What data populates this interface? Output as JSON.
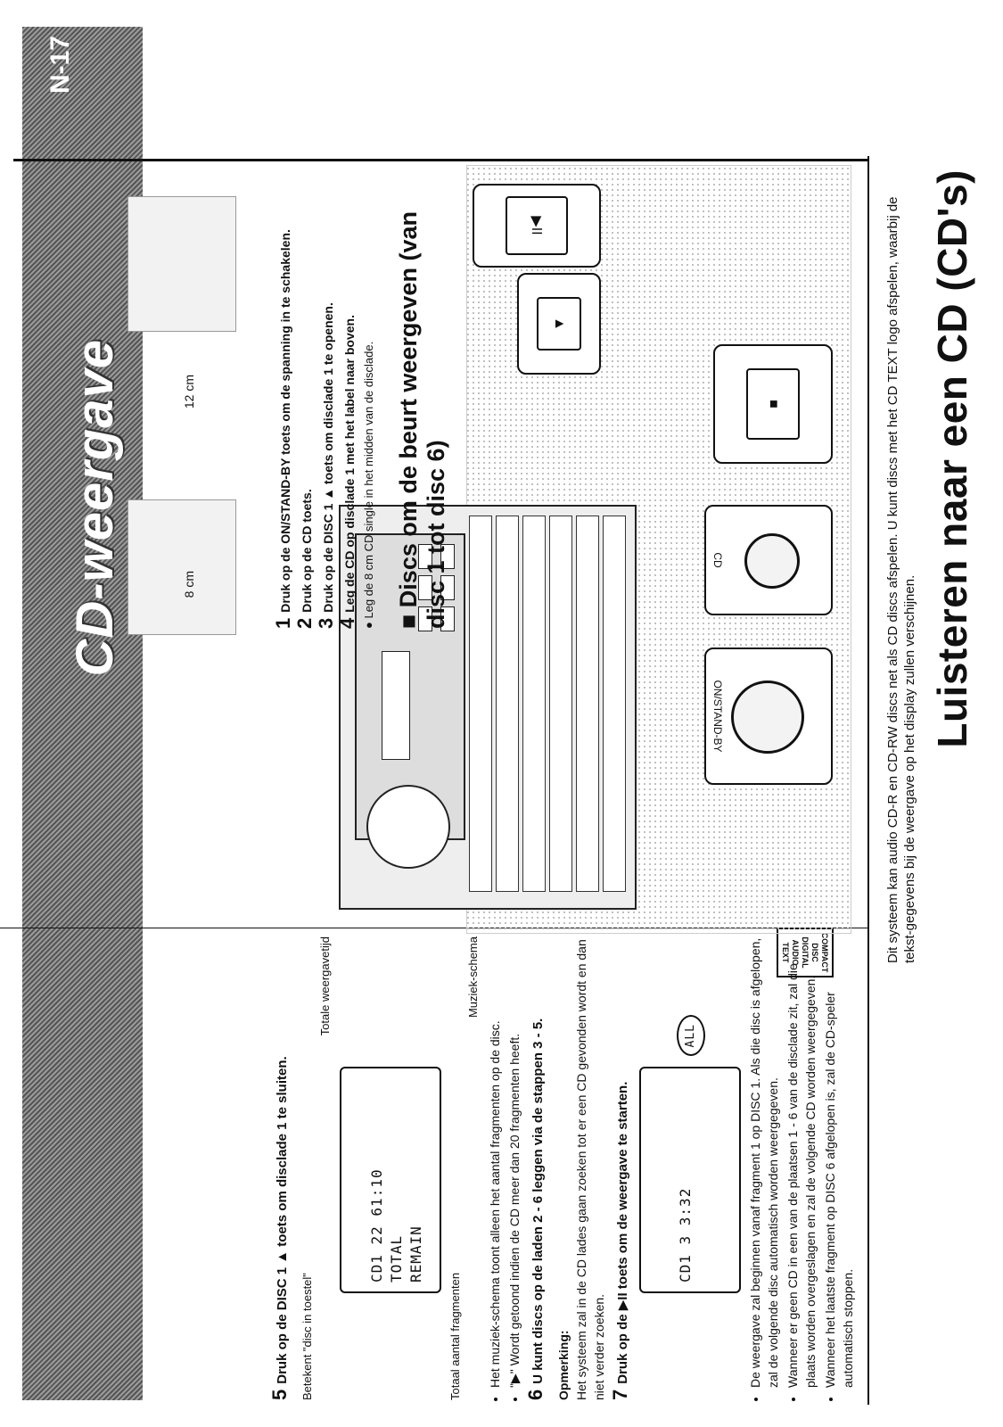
{
  "header": {
    "title": "CD-weergave",
    "page_number": "N-17"
  },
  "main": {
    "title": "Luisteren naar een CD (CD's)",
    "intro": "Dit systeem kan audio CD-R en CD-RW discs net als CD discs afspelen. U kunt discs met het CD TEXT logo afspelen, waarbij de tekst-gegevens bij de weergave op het display zullen verschijnen.",
    "logo_text": "COMPACT DISC DIGITAL AUDIO TEXT",
    "figure": {
      "callout_on_standby": "ON/STAND-BY",
      "callout_cd": "CD",
      "callout_stop": "■",
      "callout_eject": "▲",
      "callout_play": "▶II"
    }
  },
  "section": {
    "title": "Discs om de beurt weergeven (van disc 1 tot disc 6)",
    "steps": [
      {
        "num": "1",
        "text": "Druk op de ON/STAND-BY toets om de spanning in te schakelen."
      },
      {
        "num": "2",
        "text": "Druk op de CD toets."
      },
      {
        "num": "3",
        "text": "Druk op de DISC 1 ▲ toets om disclade 1 te openen."
      },
      {
        "num": "4",
        "text": "Leg de CD op disclade 1 met het label naar boven."
      }
    ],
    "step4_note": "Leg de 8 cm CD single in het midden van de disclade.",
    "disc_12": "12 cm",
    "disc_8": "8 cm"
  },
  "right": {
    "step5": {
      "num": "5",
      "text": "Druk op de DISC 1 ▲ toets om disclade 1 te sluiten."
    },
    "annot_disc_in": "Betekent \"disc in toestel\"",
    "annot_total_time": "Totale weergavetijd",
    "annot_total_tracks": "Totaal aantal fragmenten",
    "annot_music_schema": "Muziek-schema",
    "lcd1_line1": "CD1  22  61:10",
    "lcd1_line2": "    TOTAL",
    "lcd1_line3": "    REMAIN",
    "bullet1": "Het muziek-schema toont alleen het aantal fragmenten op de disc.",
    "bullet2": "\"▶\" Wordt getoond indien de CD meer dan 20 fragmenten heeft.",
    "step6": {
      "num": "6",
      "text": "U kunt discs op de laden 2 - 6 leggen via de stappen 3 - 5."
    },
    "note_label": "Opmerking:",
    "note_text": "Het systeem zal in de CD lades gaan zoeken tot er een CD gevonden wordt en dan niet verder zoeken.",
    "step7": {
      "num": "7",
      "text": "Druk op de ▶II toets om de weergave te starten."
    },
    "lcd2_line1": "CD1   3   3:32",
    "lcd2_all": "ALL",
    "bullet3": "De weergave zal beginnen vanaf fragment 1 op DISC 1. Als die disc is afgelopen, zal de volgende disc automatisch worden weergegeven.",
    "bullet4": "Wanneer er geen CD in een van de plaatsen 1 - 6 van de disclade zit, zal die plaats worden overgeslagen en zal de volgende CD worden weergegeven.",
    "bullet5": "Wanneer het laatste fragment op DISC 6 afgelopen is, zal de CD-speler automatisch stoppen."
  }
}
